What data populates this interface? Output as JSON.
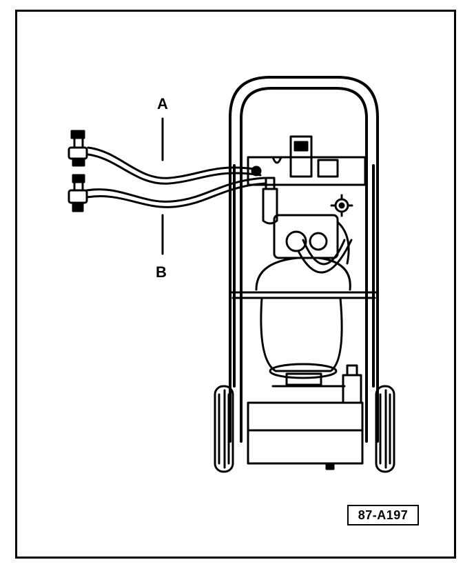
{
  "labels": {
    "a": "A",
    "b": "B"
  },
  "reference": "87-A197",
  "colors": {
    "ink": "#000000",
    "paper": "#ffffff"
  }
}
